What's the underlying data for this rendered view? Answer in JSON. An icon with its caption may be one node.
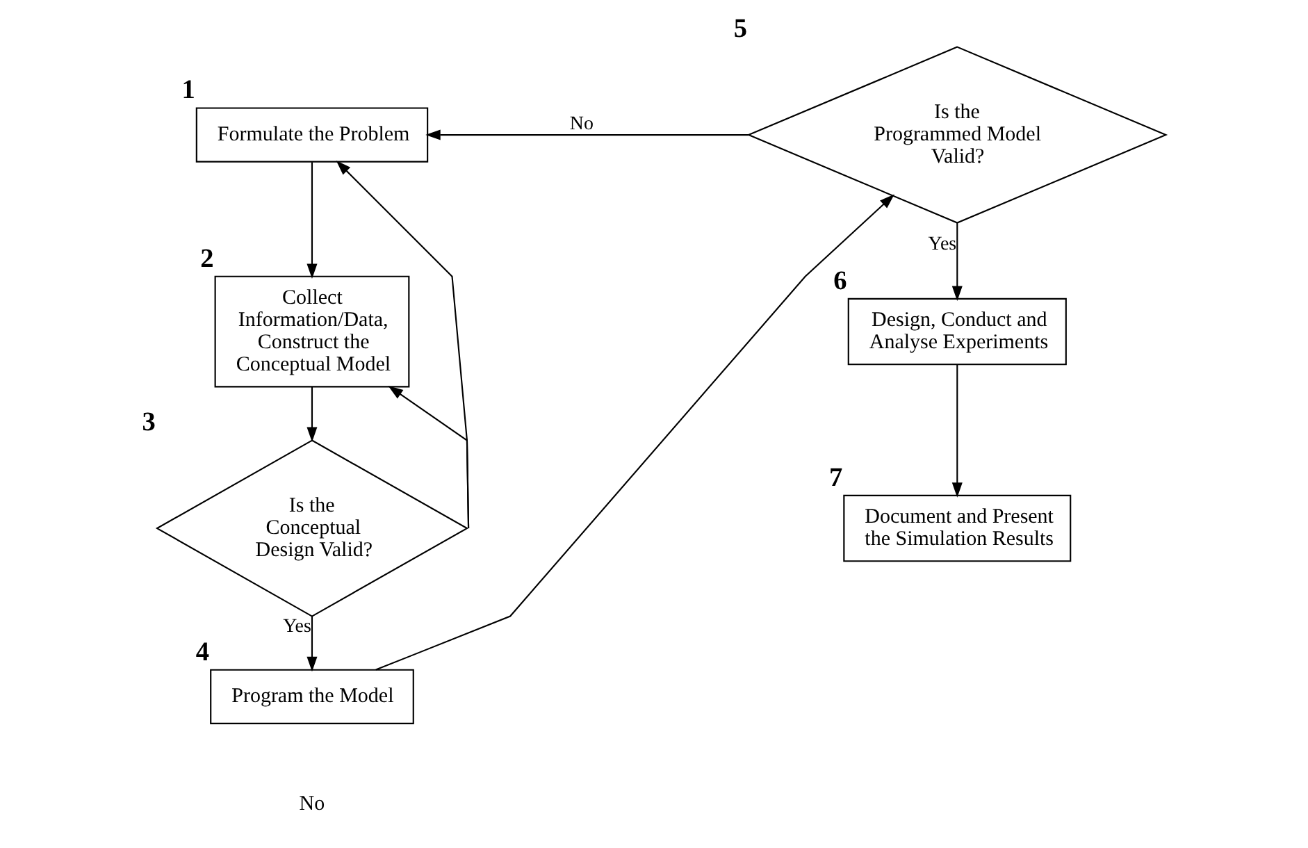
{
  "diagram": {
    "nodes": [
      {
        "text": [
          "Formulate the Problem"
        ],
        "beside": [
          "1"
        ]
      },
      {
        "text": [
          "Collect Information/Data, Construct the Conceptual Model"
        ],
        "beside": [
          "2"
        ]
      },
      {
        "text": [
          "Is the Conceptual Design Valid?"
        ],
        "beside": [
          "3"
        ]
      },
      {
        "text": [
          "Program the Model"
        ],
        "beside": [
          "4"
        ]
      },
      {
        "text": [
          "Is the Programmed Model Valid?"
        ],
        "beside": [
          "5"
        ]
      },
      {
        "text": [
          "Design, Conduct and Analyse Experiments"
        ],
        "beside": [
          "6"
        ]
      },
      {
        "text": [
          "Document and Present the Simulation Results"
        ],
        "beside": [
          "7"
        ]
      }
    ],
    "edges": [
      {
        "from": 0,
        "to": 1,
        "arrow": "to"
      },
      {
        "from": 1,
        "to": 2,
        "arrow": "to"
      },
      {
        "from": 2,
        "to": 3,
        "arrow": "to",
        "label": "Yes"
      },
      {
        "from": 2,
        "to": 0,
        "arrow": "to"
      },
      {
        "from": 2,
        "to": 1,
        "arrow": "to"
      },
      {
        "from": 3,
        "to": 4,
        "arrow": "to"
      },
      {
        "from": 4,
        "to": 5,
        "arrow": "to",
        "label": "Yes"
      },
      {
        "from": 4,
        "to": 0,
        "arrow": "to",
        "label": "No"
      },
      {
        "from": 5,
        "to": 6,
        "arrow": "to"
      }
    ],
    "labels": [
      "No"
    ]
  }
}
